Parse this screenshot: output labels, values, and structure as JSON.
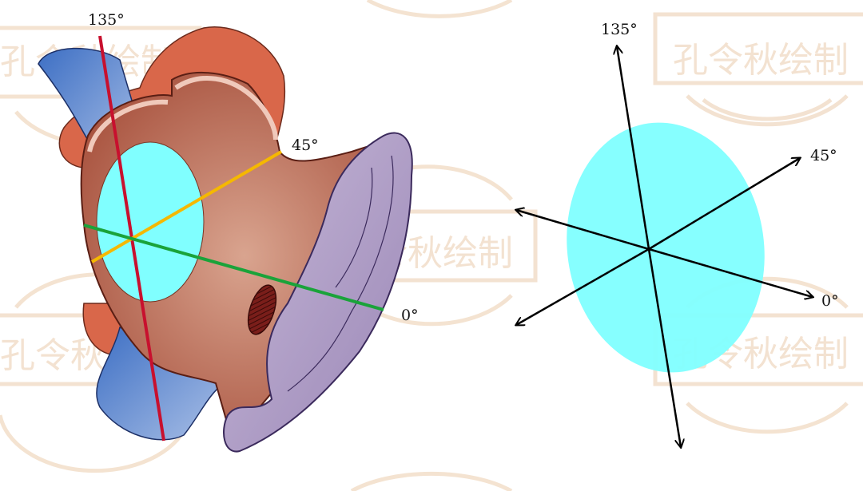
{
  "watermark": {
    "text": "孔令秋绘制",
    "color": "#f0d9c2"
  },
  "left_figure": {
    "labels": {
      "deg135": "135°",
      "deg45": "45°",
      "deg0": "0°"
    },
    "line_colors": {
      "deg135": "#c8102e",
      "deg45": "#f5b800",
      "deg0": "#1aa33a"
    },
    "ellipse_color": "#80ffff"
  },
  "right_figure": {
    "labels": {
      "deg135": "135°",
      "deg45": "45°",
      "deg0": "0°"
    },
    "ellipse_color": "#80ffff",
    "axis_color": "#000000"
  }
}
